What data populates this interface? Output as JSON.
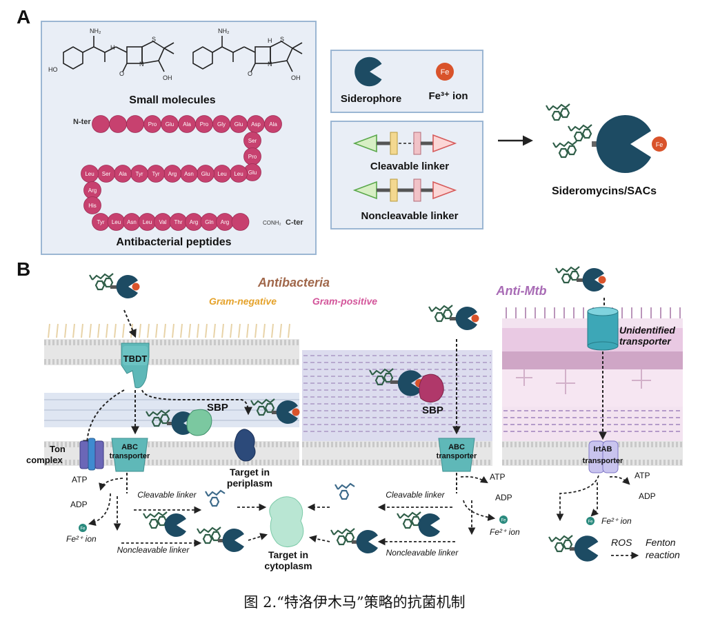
{
  "panel_a": {
    "label": "A",
    "small_molecules": {
      "title": "Small molecules",
      "atoms": {
        "nh2": "NH₂",
        "h_n": "H",
        "s": "S",
        "n": "N",
        "o": "O",
        "oh": "OH",
        "ho": "HO",
        "h_top": "H"
      }
    },
    "peptide": {
      "title": "Antibacterial peptides",
      "n_ter": "N-ter",
      "c_ter": "C-ter",
      "conh2": "CONH₂",
      "row1": [
        "",
        "",
        "",
        "Pro",
        "Glu",
        "Ala",
        "Pro",
        "Gly",
        "Glu",
        "Asp",
        "Ala"
      ],
      "right1": [
        "Ser",
        "Pro",
        "Glu"
      ],
      "row2": [
        "Leu",
        "Leu",
        "Glu",
        "Asn",
        "Arg",
        "Tyr",
        "Tyr",
        "Ala",
        "Ser",
        "Leu"
      ],
      "left2": [
        "Arg",
        "His"
      ],
      "row3": [
        "Tyr",
        "Leu",
        "Asn",
        "Leu",
        "Val",
        "Thr",
        "Arg",
        "Gln",
        "Arg",
        ""
      ]
    },
    "legend": {
      "siderophore": "Siderophore",
      "fe_ion": "Fe³⁺ ion",
      "fe_symbol": "Fe",
      "cleavable": "Cleavable linker",
      "noncleavable": "Noncleavable linker"
    },
    "product": "Sideromycins/SACs"
  },
  "panel_b": {
    "label": "B",
    "antibacteria": "Antibacteria",
    "gram_negative": "Gram-negative",
    "gram_positive": "Gram-positive",
    "anti_mtb": "Anti-Mtb",
    "tbdt": "TBDT",
    "sbp": "SBP",
    "ton_complex": "Ton complex",
    "abc_transporter": "ABC transporter",
    "target_periplasm": "Target in periplasm",
    "target_cytoplasm": "Target in cytoplasm",
    "unidentified_transporter": "Unidentified transporter",
    "irtab_transporter": "IrtAB transporter",
    "atp": "ATP",
    "adp": "ADP",
    "fe2_ion": "Fe²⁺ ion",
    "cleavable_linker": "Cleavable linker",
    "noncleavable_linker": "Noncleavable linker",
    "ros": "ROS",
    "fenton": "Fenton reaction"
  },
  "colors": {
    "siderophore": "#1d4b63",
    "iron": "#d9532b",
    "peptide": "#c7416f",
    "transporter": "#5fb8b8",
    "panel_border": "#9bb6d3",
    "antibacteria": "#a0674a",
    "gram_negative": "#e5a22a",
    "gram_positive": "#d3559a",
    "anti_mtb": "#a86bb5"
  },
  "caption": "图 2.“特洛伊木马”策略的抗菌机制"
}
